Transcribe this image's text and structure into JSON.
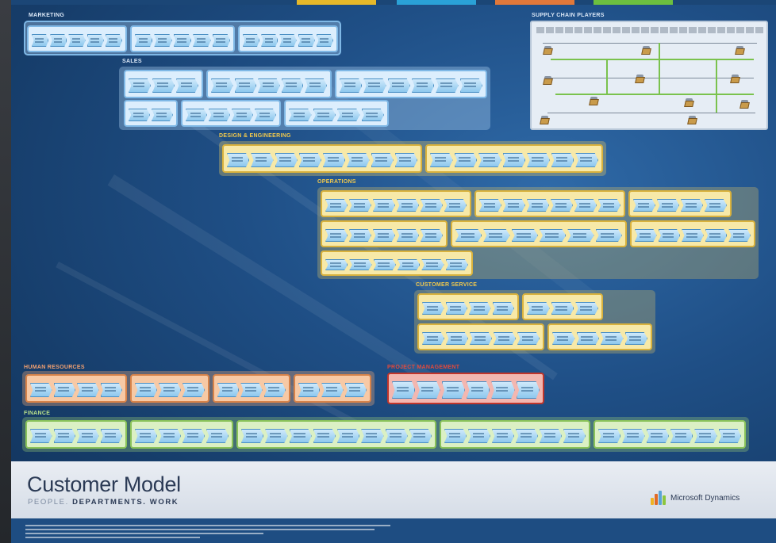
{
  "title": "Customer Model",
  "subtitle_light": "PEOPLE.",
  "subtitle_bold": "DEPARTMENTS. WORK",
  "brand": "Microsoft Dynamics",
  "colors": {
    "poster_blue": "#1f4f86",
    "marketing_sales_band": "#dceefd",
    "operations_band": "#f7e9a8",
    "hr_band": "#f7c9a5",
    "project_band": "#f3b7b0",
    "finance_band": "#dbf0c4",
    "flow_step": "#8ec8ee",
    "supply_line": "#7ac24d"
  },
  "sections": {
    "marketing": "Marketing",
    "sales": "Sales",
    "design": "Design & Engineering",
    "operations": "Operations",
    "customer_service": "Customer Service",
    "human_resources": "Human Resources",
    "project_management": "Project Management",
    "finance": "Finance",
    "supply_chain": "Supply Chain Players"
  },
  "icons": {
    "brand": "dynamics-bars-icon",
    "supply_nodes": "warehouse-icon"
  }
}
